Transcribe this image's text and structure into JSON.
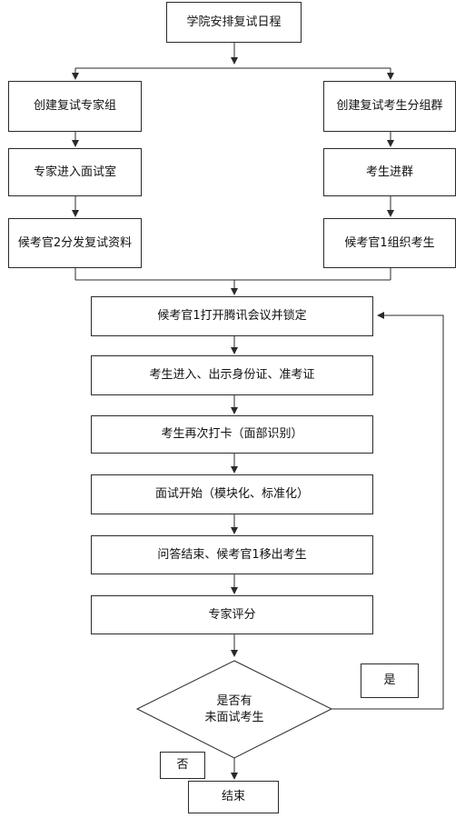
{
  "flowchart": {
    "start": "学院安排复试日程",
    "left_branch": [
      "创建复试专家组",
      "专家进入面试室",
      "候考官2分发复试资料"
    ],
    "right_branch": [
      "创建复试考生分组群",
      "考生进群",
      "候考官1组织考生"
    ],
    "main_steps": [
      "候考官1打开腾讯会议并锁定",
      "考生进入、出示身份证、准考证",
      "考生再次打卡（面部识别）",
      "面试开始（模块化、标准化）",
      "问答结束、候考官1移出考生",
      "专家评分"
    ],
    "decision": {
      "line1": "是否有",
      "line2": "未面试考生"
    },
    "yes_label": "是",
    "no_label": "否",
    "end": "结束"
  },
  "colors": {
    "line": "#2a2a2a",
    "box_border": "#2a2a2a",
    "background": "#ffffff"
  }
}
